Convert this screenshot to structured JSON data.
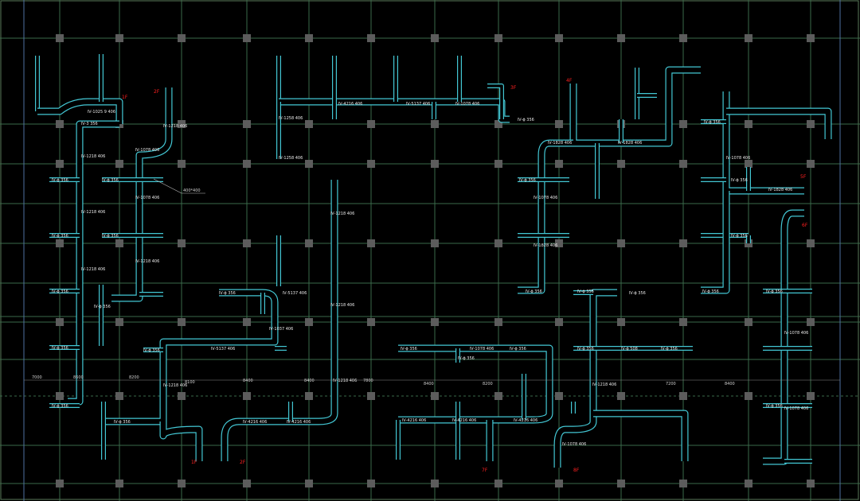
{
  "colors": {
    "duct_outline": "#43c7d4",
    "grid": "#3a6a4a",
    "column": "#5c5c5c",
    "tag": "#ff2020",
    "label": "#e8e8e8"
  },
  "labels": [
    "Ⅳ-1025 9 406",
    "Ⅳ-1218 406",
    "Ⅳ-1218 406",
    "Ⅳ-1218 406",
    "Ⅳ-1078 406",
    "Ⅳ-1078 406",
    "Ⅳ-1218 406",
    "Ⅳ-3 356",
    "Ⅳ-ɸ 356",
    "Ⅳ-ɸ 356",
    "Ⅳ-ɸ 356",
    "Ⅳ-ɸ 356",
    "Ⅳ-ɸ 356",
    "Ⅳ-ɸ 356",
    "Ⅳ-ɸ 356",
    "Ⅳ-ɸ 356",
    "Ⅳ-4216 406",
    "Ⅳ-5137 406",
    "Ⅳ-1078 406",
    "Ⅳ-1258 406",
    "Ⅳ-1258 406",
    "Ⅳ-ɸ 356",
    "Ⅳ-1218 406",
    "Ⅳ-5137 406",
    "Ⅳ-1037 406",
    "Ⅳ-ɸ 356",
    "Ⅳ-1218 406",
    "Ⅳ-1218 406",
    "Ⅳ-ɸ 356",
    "Ⅳ-5137 406",
    "Ⅳ-4216 406",
    "Ⅳ-ɸ 356",
    "Ⅳ-1218 406",
    "Ⅳ-1218 406",
    "Ⅳ-4216 406",
    "Ⅳ-ɸ 356",
    "Ⅳ-1078 406",
    "Ⅳ-ɸ 356",
    "Ⅳ-4216 406",
    "Ⅳ-4216 406",
    "Ⅳ-ɸ 356",
    "Ⅳ-1828 406",
    "Ⅳ-1828 406",
    "Ⅳ-1828 406",
    "Ⅳ-ɸ 356",
    "Ⅳ-1078 406",
    "Ⅳ-ɸ 356",
    "Ⅳ-ɸ 356",
    "Ⅳ-ɸ 356",
    "Ⅳ-ɸ 356",
    "Ⅳ-ɸ 356",
    "Ⅳ-1078 406",
    "Ⅳ-1828 406",
    "Ⅳ-ɸ 508",
    "Ⅳ-ɸ 356",
    "Ⅳ-1218 406",
    "Ⅳ-4216 406",
    "Ⅳ-ɸ 356",
    "Ⅳ-1078 406",
    "Ⅳ-ɸ 356",
    "Ⅳ-ɸ 356",
    "Ⅳ-ɸ 356",
    "Ⅳ-1078 406",
    "Ⅳ-ɸ 356",
    "Ⅳ-1078 406"
  ],
  "tags": [
    "1F",
    "2F",
    "3F",
    "4F",
    "5F",
    "6F",
    "7F",
    "8F",
    "1F",
    "2F"
  ],
  "callout": "400*400",
  "dims": [
    "7000",
    "8600",
    "8200",
    "8100",
    "8400",
    "8400",
    "7800",
    "8400",
    "8200",
    "7200",
    "8400"
  ]
}
